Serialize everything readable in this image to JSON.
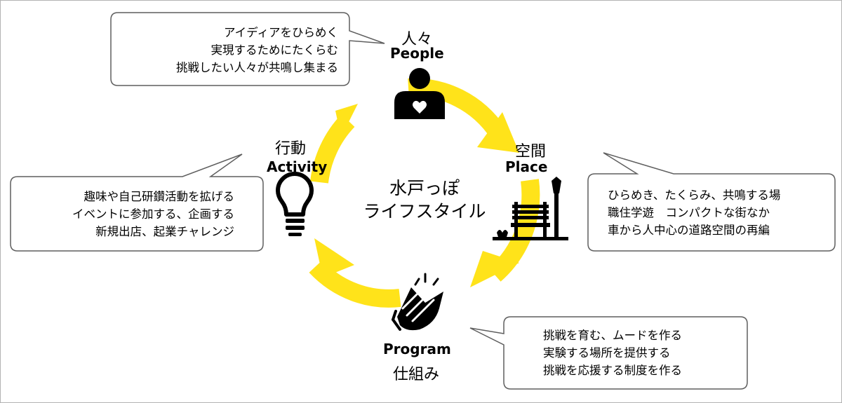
{
  "center": {
    "line1": "水戸っぽ",
    "line2": "ライフスタイル"
  },
  "nodes": {
    "people": {
      "jp": "人々",
      "en": "People"
    },
    "place": {
      "jp": "空間",
      "en": "Place"
    },
    "program": {
      "jp": "仕組み",
      "en": "Program"
    },
    "activity": {
      "jp": "行動",
      "en": "Activity"
    }
  },
  "bubbles": {
    "people": [
      "アイディアをひらめく",
      "実現するためにたくらむ",
      "挑戦したい人々が共鳴し集まる"
    ],
    "place": [
      "ひらめき、たくらみ、共鳴する場",
      "職住学遊　コンパクトな街なか",
      "車から人中心の道路空間の再編"
    ],
    "program": [
      "挑戦を育む、ムードを作る",
      "実験する場所を提供する",
      "挑戦を応援する制度を作る"
    ],
    "activity": [
      "趣味や自己研鑽活動を拡げる",
      "イベントに参加する、企画する",
      "新規出店、起業チャレンジ"
    ]
  },
  "icons": {
    "people": "person-heart-icon",
    "place": "park-bench-lamp-icon",
    "program": "clapping-hands-icon",
    "activity": "lightbulb-icon"
  },
  "colors": {
    "cycle": "#ffe31a",
    "icon": "#000000",
    "bubble_border": "#5f5f5f"
  }
}
